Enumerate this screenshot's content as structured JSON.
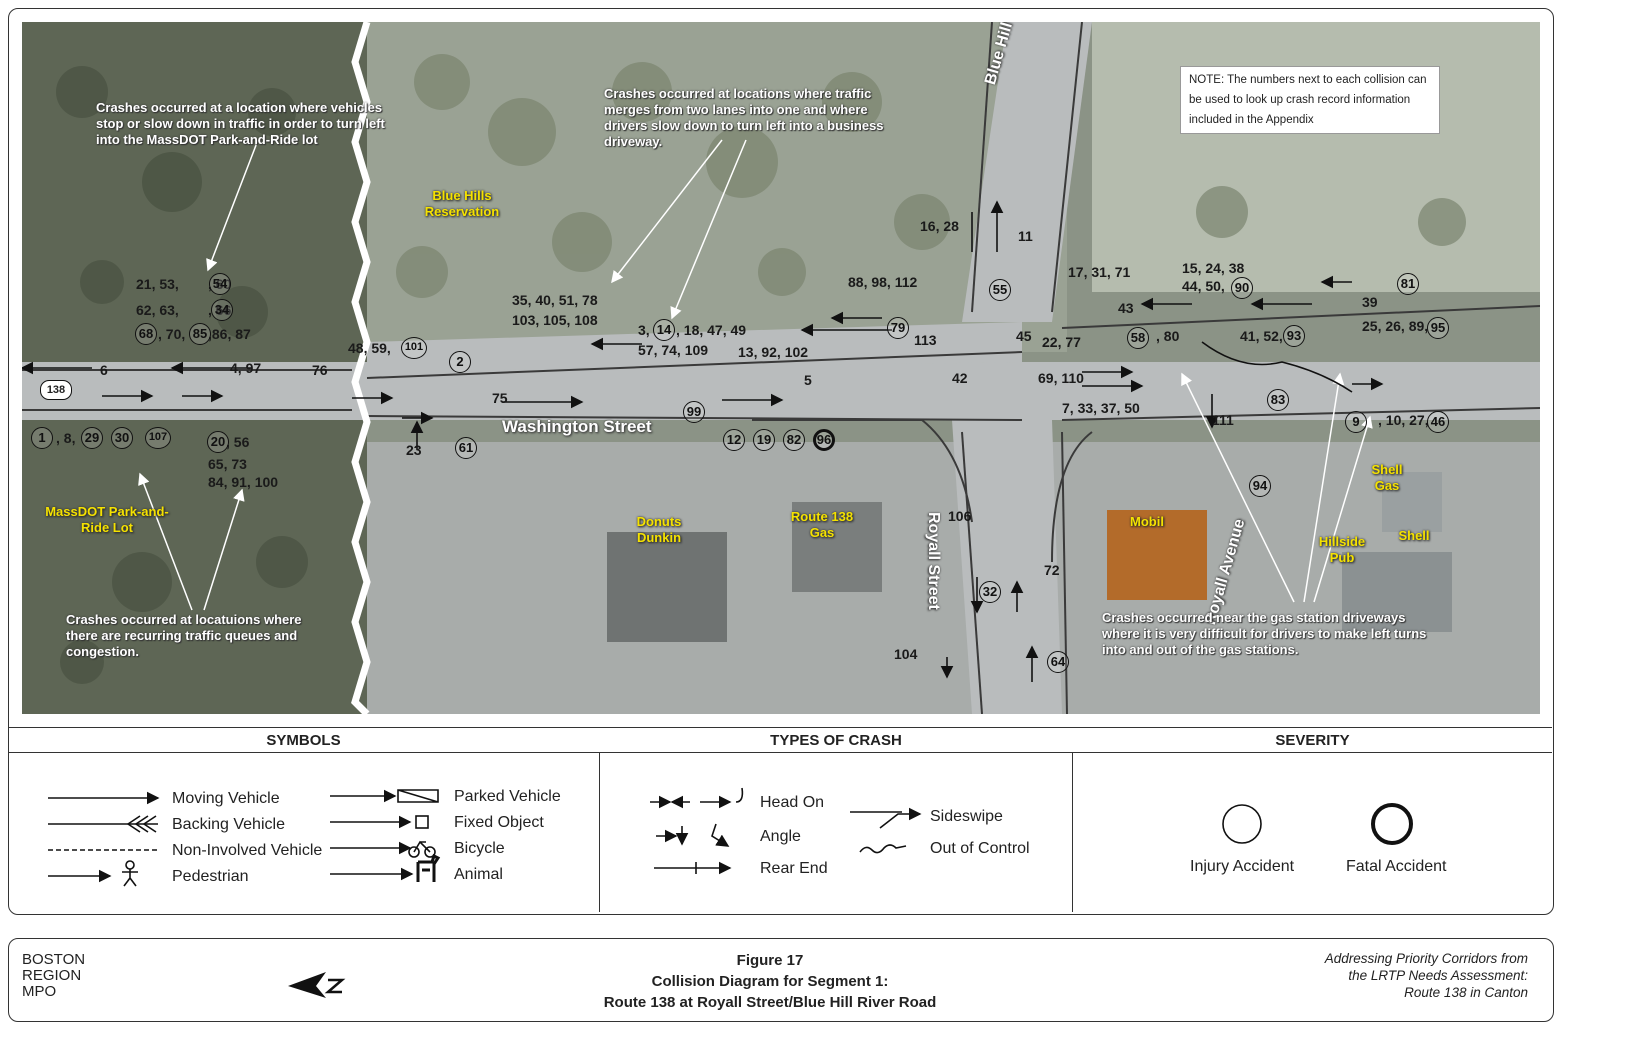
{
  "map": {
    "note": "NOTE: The numbers next to each collision can be used to look up crash record information included in the Appendix",
    "highway_shield": "138",
    "streets": {
      "washington": "Washington Street",
      "blue_hill": "Blue Hill River Road",
      "royall_street": "Royall Street",
      "royall_avenue": "Royall Avenue"
    },
    "places": {
      "blue_hills": "Blue Hills Reservation",
      "park_ride": "MassDOT Park-and-Ride Lot",
      "donuts": "Donuts Dunkin",
      "route138gas": "Route 138 Gas",
      "mobil": "Mobil",
      "hillside": "Hillside Pub",
      "shell_gas": "Shell Gas",
      "shell": "Shell"
    },
    "callouts": {
      "park_ride_turn": "Crashes occurred at a location where vehicles stop or slow down in traffic in order to turn left into the MassDOT Park-and-Ride lot",
      "merge": "Crashes occurred at locations where traffic merges from two lanes into one and where drivers slow down to turn left into a business driveway.",
      "queues": "Crashes occurred at locatuions where there are recurring traffic queues and congestion.",
      "gas": "Crashes occurred near the gas station driveways where it is very difficult for drivers to make left turns into and out of the gas stations."
    },
    "crash_labels": {
      "l_6": "6",
      "l_4_97": "4, 97",
      "l_76": "76",
      "l_21": "21, 53,",
      "l_60": ", 60",
      "l_62": "62, 63,",
      "l_66": ", 66",
      "l_70": ", 70,",
      "l_86": ",86, 87",
      "l_8": ", 8,",
      "l_56": ", 56",
      "l_65": "65, 73",
      "l_84": "84, 91, 100",
      "l_48": "48, 59,",
      "l_23": "23",
      "l_75": "75",
      "l_35": "35, 40, 51, 78",
      "l_103": "103, 105, 108",
      "l_3": "3,",
      "l_18": ", 18, 47, 49",
      "l_57": "57, 74, 109",
      "l_88": "88, 98, 112",
      "l_13": "13, 92, 102",
      "l_5": "5",
      "l_16": "16, 28",
      "l_11": "11",
      "l_113": "113",
      "l_45": "45",
      "l_42": "42",
      "l_22": "22, 77",
      "l_17": "17, 31, 71",
      "l_15": "15, 24, 38",
      "l_44": "44, 50,",
      "l_39": "39",
      "l_43": "43",
      "l_80": ", 80",
      "l_41": "41, 52,",
      "l_25": "25, 26, 89,",
      "l_69": "69, 110",
      "l_7": "7, 33, 37, 50",
      "l_111": "111",
      "l_10": ", 10, 27,",
      "l_106": "106",
      "l_72": "72",
      "l_104": "104"
    },
    "circled": [
      {
        "id": "54",
        "severity": "injury"
      },
      {
        "id": "34",
        "severity": "injury"
      },
      {
        "id": "68",
        "severity": "injury"
      },
      {
        "id": "85",
        "severity": "injury"
      },
      {
        "id": "1",
        "severity": "injury"
      },
      {
        "id": "29",
        "severity": "injury"
      },
      {
        "id": "30",
        "severity": "injury"
      },
      {
        "id": "107",
        "severity": "injury"
      },
      {
        "id": "20",
        "severity": "injury"
      },
      {
        "id": "101",
        "severity": "injury"
      },
      {
        "id": "2",
        "severity": "injury"
      },
      {
        "id": "61",
        "severity": "injury"
      },
      {
        "id": "14",
        "severity": "injury"
      },
      {
        "id": "79",
        "severity": "injury"
      },
      {
        "id": "99",
        "severity": "injury"
      },
      {
        "id": "12",
        "severity": "injury"
      },
      {
        "id": "19",
        "severity": "injury"
      },
      {
        "id": "82",
        "severity": "injury"
      },
      {
        "id": "96",
        "severity": "fatal"
      },
      {
        "id": "55",
        "severity": "injury"
      },
      {
        "id": "58",
        "severity": "injury"
      },
      {
        "id": "90",
        "severity": "injury"
      },
      {
        "id": "81",
        "severity": "injury"
      },
      {
        "id": "93",
        "severity": "injury"
      },
      {
        "id": "95",
        "severity": "injury"
      },
      {
        "id": "83",
        "severity": "injury"
      },
      {
        "id": "9",
        "severity": "injury"
      },
      {
        "id": "46",
        "severity": "injury"
      },
      {
        "id": "94",
        "severity": "injury"
      },
      {
        "id": "32",
        "severity": "injury"
      },
      {
        "id": "64",
        "severity": "injury"
      }
    ]
  },
  "legend": {
    "symbols_title": "SYMBOLS",
    "types_title": "TYPES OF CRASH",
    "severity_title": "SEVERITY",
    "symbols": {
      "moving": "Moving Vehicle",
      "backing": "Backing Vehicle",
      "noninvolved": "Non-Involved Vehicle",
      "pedestrian": "Pedestrian",
      "parked": "Parked Vehicle",
      "fixed": "Fixed Object",
      "bicycle": "Bicycle",
      "animal": "Animal"
    },
    "types": {
      "head_on": "Head On",
      "angle": "Angle",
      "rear_end": "Rear End",
      "sideswipe": "Sideswipe",
      "out_of_control": "Out of Control"
    },
    "severity": {
      "injury": "Injury Accident",
      "fatal": "Fatal Accident"
    }
  },
  "footer": {
    "org_line1": "BOSTON",
    "org_line2": "REGION",
    "org_line3": "MPO",
    "figure": "Figure 17",
    "title_line1": "Collision Diagram for Segment 1:",
    "title_line2": "Route 138 at Royall Street/Blue Hill River Road",
    "report_line1": "Addressing Priority Corridors from",
    "report_line2": "the LRTP Needs Assessment:",
    "report_line3": "Route 138 in Canton",
    "north_icon": "north-arrow-icon"
  },
  "colors": {
    "place_label": "#f5e200",
    "road": "#b9bcbd",
    "vegetation": "#6f7762",
    "note_text": "#ffffff"
  }
}
